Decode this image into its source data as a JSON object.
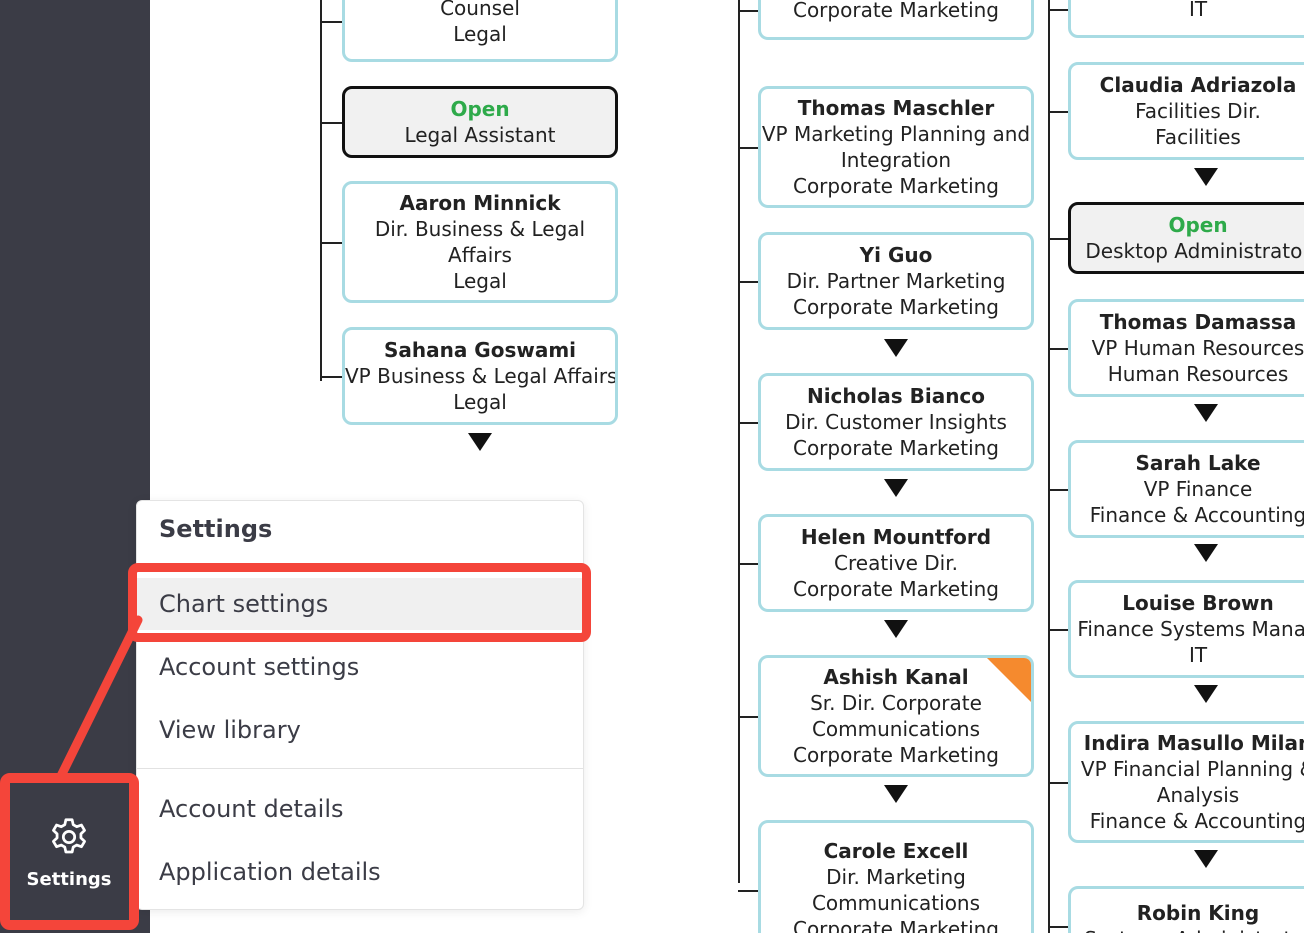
{
  "menu": {
    "title": "Settings",
    "items": [
      "Chart settings",
      "Account settings",
      "View library",
      "Account details",
      "Application details"
    ]
  },
  "sidebar": {
    "settings_label": "Settings",
    "settings_icon": "gear-icon"
  },
  "colors": {
    "sidebar": "#3b3c46",
    "card_border": "#a8dbe3",
    "open_text": "#2eaa4a",
    "highlight": "#f4453a",
    "flag": "#f58a2e"
  },
  "chart": {
    "col1": [
      {
        "lines": [
          "Counsel",
          "Legal"
        ]
      },
      {
        "name": "Open",
        "lines": [
          "Legal Assistant"
        ],
        "open": true
      },
      {
        "name": "Aaron Minnick",
        "lines": [
          "Dir. Business & Legal",
          "Affairs",
          "Legal"
        ]
      },
      {
        "name": "Sahana Goswami",
        "lines": [
          "VP Business & Legal Affairs",
          "Legal"
        ]
      }
    ],
    "col2": [
      {
        "lines": [
          "Corporate Marketing"
        ]
      },
      {
        "name": "Thomas Maschler",
        "lines": [
          "VP Marketing Planning and",
          "Integration",
          "Corporate Marketing"
        ]
      },
      {
        "name": "Yi Guo",
        "lines": [
          "Dir. Partner Marketing",
          "Corporate Marketing"
        ]
      },
      {
        "name": "Nicholas Bianco",
        "lines": [
          "Dir. Customer Insights",
          "Corporate Marketing"
        ]
      },
      {
        "name": "Helen Mountford",
        "lines": [
          "Creative Dir.",
          "Corporate Marketing"
        ]
      },
      {
        "name": "Ashish Kanal",
        "lines": [
          "Sr. Dir. Corporate",
          "Communications",
          "Corporate Marketing"
        ],
        "flag": true
      },
      {
        "name": "Carole Excell",
        "lines": [
          "Dir. Marketing",
          "Communications",
          "Corporate Marketing"
        ]
      }
    ],
    "col3": [
      {
        "lines": [
          "IT"
        ]
      },
      {
        "name": "Claudia Adriazola",
        "lines": [
          "Facilities Dir.",
          "Facilities"
        ]
      },
      {
        "name": "Open",
        "lines": [
          "Desktop Administrator"
        ],
        "open": true
      },
      {
        "name": "Thomas Damassa",
        "lines": [
          "VP Human Resources",
          "Human Resources"
        ]
      },
      {
        "name": "Sarah Lake",
        "lines": [
          "VP Finance",
          "Finance & Accounting"
        ]
      },
      {
        "name": "Louise Brown",
        "lines": [
          "Finance Systems Manag",
          "IT"
        ]
      },
      {
        "name": "Indira Masullo Milan",
        "lines": [
          "VP Financial Planning &",
          "Analysis",
          "Finance & Accounting"
        ]
      },
      {
        "name": "Robin King",
        "lines": [
          "Systems Administrator"
        ]
      }
    ]
  }
}
